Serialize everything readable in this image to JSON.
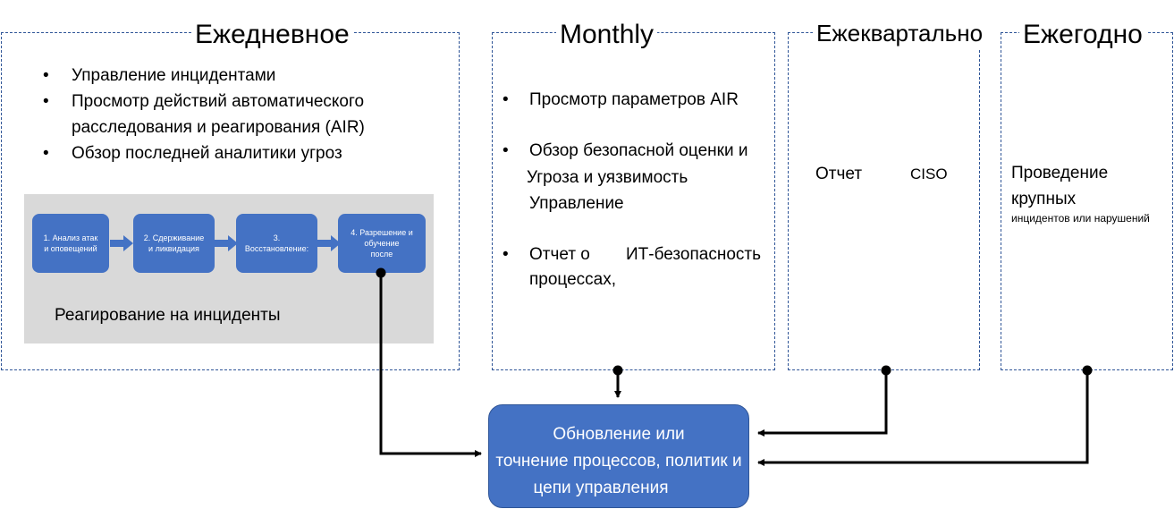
{
  "columns": {
    "daily": {
      "title": "Ежедневное",
      "bullets": [
        "Управление инцидентами",
        "Просмотр действий автоматического",
        "расследования и реагирования (AIR)",
        "Обзор последней аналитики угроз"
      ]
    },
    "monthly": {
      "title": "Monthly",
      "items": [
        "Просмотр параметров AIR",
        "Обзор безопасной оценки и",
        "Угроза и уязвимость",
        "Управление",
        "Отчет о",
        "ИТ-безопасность",
        "процессах,"
      ]
    },
    "quarterly": {
      "title": "Ежеквартально",
      "report": "Отчет",
      "ciso": "CISO"
    },
    "yearly": {
      "title": "Ежегодно",
      "line1": "Проведение",
      "line2": "крупных",
      "line3": "инцидентов или нарушений"
    }
  },
  "incident_process": {
    "label": "Реагирование на инциденты",
    "steps": [
      {
        "l1": "1. Анализ атак",
        "l2": "и оповещений"
      },
      {
        "l1": "2. Сдерживание",
        "l2": "и ликвидация"
      },
      {
        "l1": "3. Восстановление:",
        "l2": ""
      },
      {
        "l1": "4. Разрешение и",
        "l2": "обучение",
        "l3": "после"
      }
    ]
  },
  "result": {
    "line1": "Обновление или",
    "line2": "точнение процессов, политик и",
    "line3": "цепи управления"
  },
  "colors": {
    "box_fill": "#4472c4",
    "dash_border": "#2f5597",
    "grey_fill": "#d9d9d9",
    "connector": "#000000"
  }
}
